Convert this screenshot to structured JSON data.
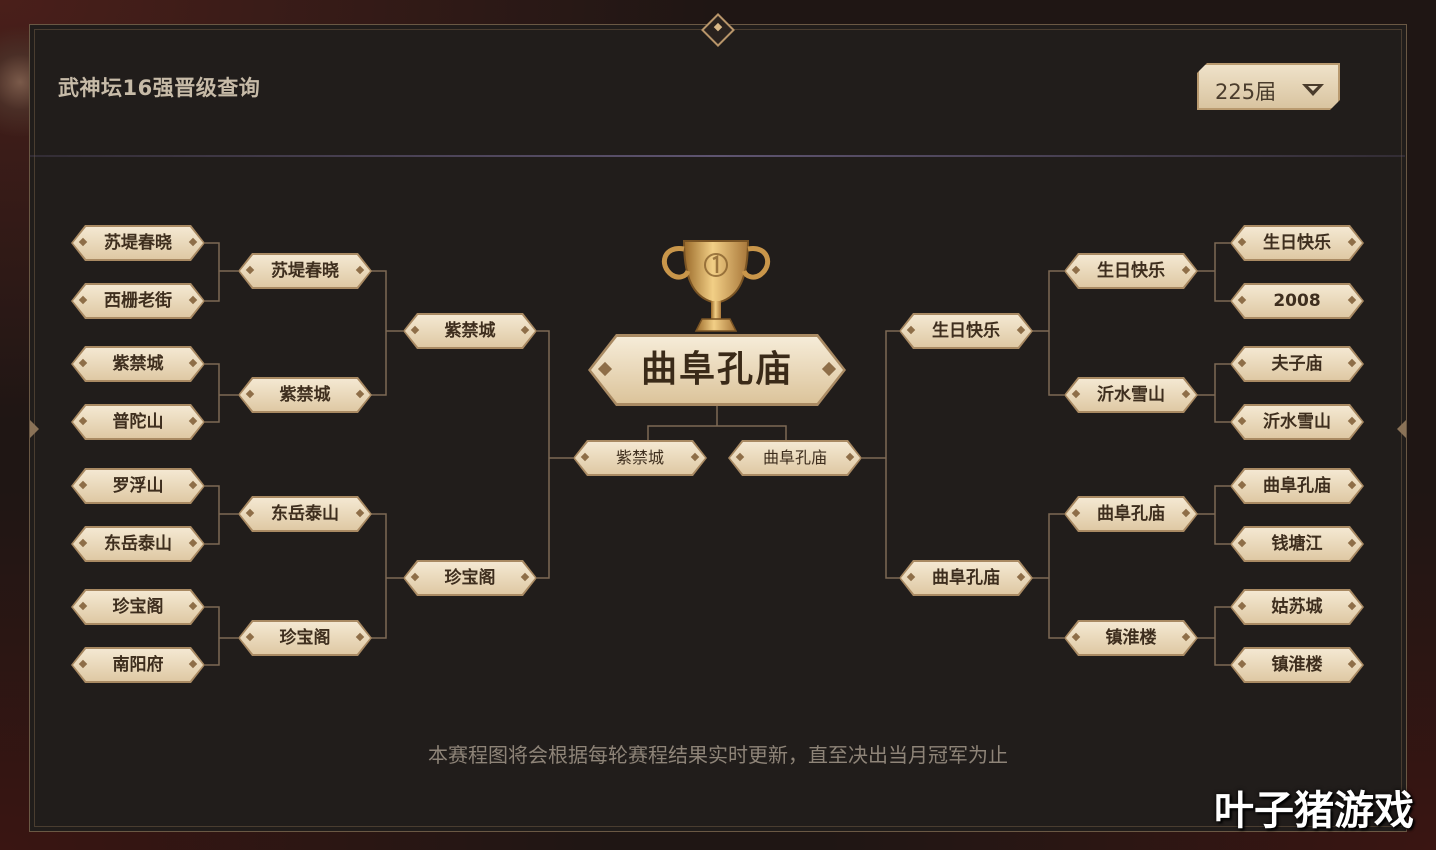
{
  "header": {
    "title": "武神坛16强晋级查询",
    "season_select": "225届"
  },
  "bracket": {
    "left": {
      "round16": [
        "苏堤春晓",
        "西栅老街",
        "紫禁城",
        "普陀山",
        "罗浮山",
        "东岳泰山",
        "珍宝阁",
        "南阳府"
      ],
      "quarter": [
        "苏堤春晓",
        "紫禁城",
        "东岳泰山",
        "珍宝阁"
      ],
      "semi": [
        "紫禁城",
        "珍宝阁"
      ],
      "final": "紫禁城"
    },
    "right": {
      "round16": [
        "生日快乐",
        "2008",
        "夫子庙",
        "沂水雪山",
        "曲阜孔庙",
        "钱塘江",
        "姑苏城",
        "镇淮楼"
      ],
      "quarter": [
        "生日快乐",
        "沂水雪山",
        "曲阜孔庙",
        "镇淮楼"
      ],
      "semi": [
        "生日快乐",
        "曲阜孔庙"
      ],
      "final": "曲阜孔庙"
    },
    "champion": "曲阜孔庙"
  },
  "notice": "本赛程图将会根据每轮赛程结果实时更新，直至决出当月冠军为止",
  "watermark": "叶子猪游戏",
  "colors": {
    "panel_bg": "#211d1b",
    "node_fill": "#e8d6b5",
    "node_border": "#a98a63",
    "line": "#7d6a55",
    "trophy_gold": "#c9964a"
  }
}
